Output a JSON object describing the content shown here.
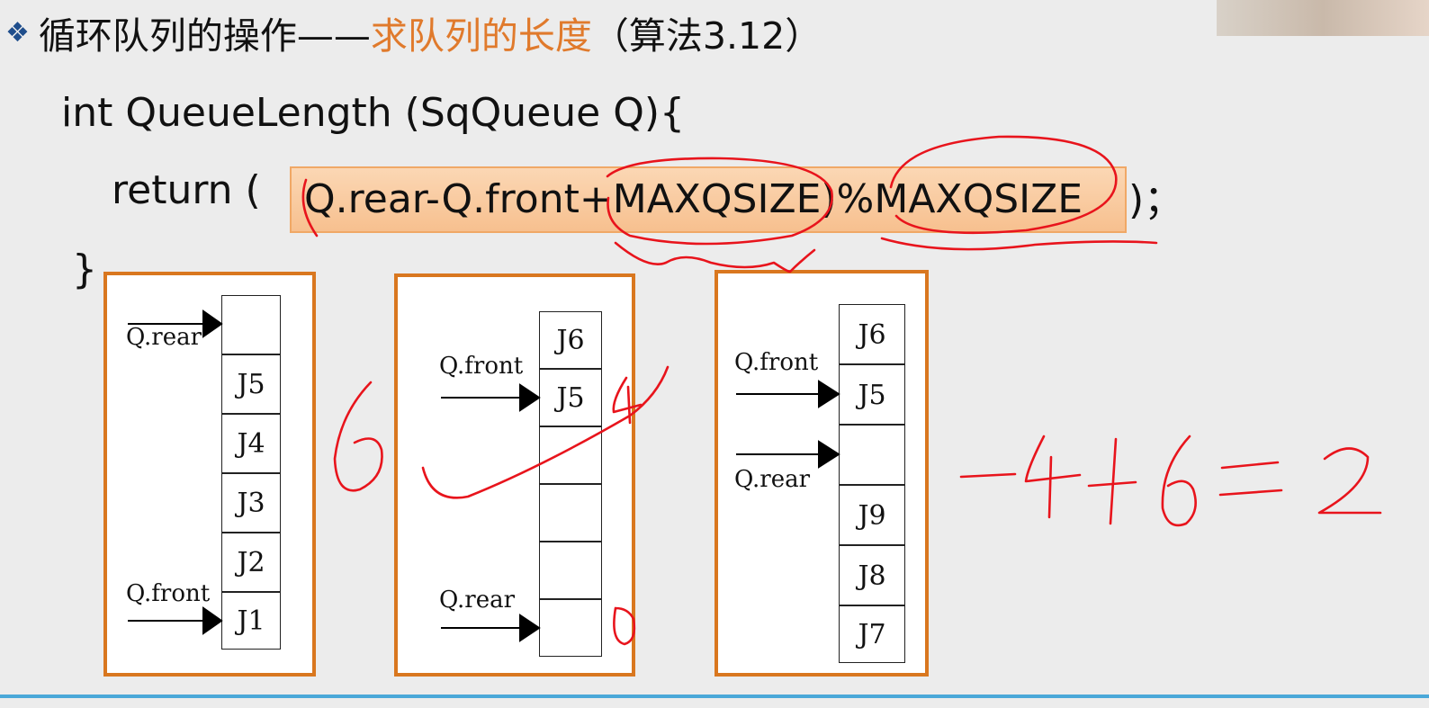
{
  "title": {
    "bullet": "❖",
    "main": "循环队列的操作——",
    "accent": "求队列的长度",
    "suffix": "（算法3.12）"
  },
  "code": {
    "signature": "int  QueueLength (SqQueue Q){",
    "return_prefix": "return (",
    "expression": "Q.rear-Q.front+MAXQSIZE)%MAXQSIZE",
    "return_suffix": ")；",
    "close_brace": "}"
  },
  "diagrams": [
    {
      "cells": [
        "",
        "J5",
        "J4",
        "J3",
        "J2",
        "J1"
      ],
      "labels": {
        "top": "Q.rear",
        "bottom": "Q.front"
      }
    },
    {
      "cells": [
        "J6",
        "J5",
        "",
        "",
        "",
        ""
      ],
      "labels": {
        "top": "Q.front",
        "bottom": "Q.rear"
      }
    },
    {
      "cells": [
        "J6",
        "J5",
        "",
        "J9",
        "J8",
        "J7"
      ],
      "labels": {
        "top": "Q.front",
        "bottom": "Q.rear"
      }
    }
  ],
  "annotations": {
    "six": "6",
    "four": "4",
    "zero": "0",
    "equation": "-4+6=2"
  },
  "colors": {
    "accent": "#e07a2c",
    "panel_border": "#d9771f",
    "highlight": "#f9c896",
    "ink": "#e8141c",
    "bullet": "#1f4e8c"
  }
}
